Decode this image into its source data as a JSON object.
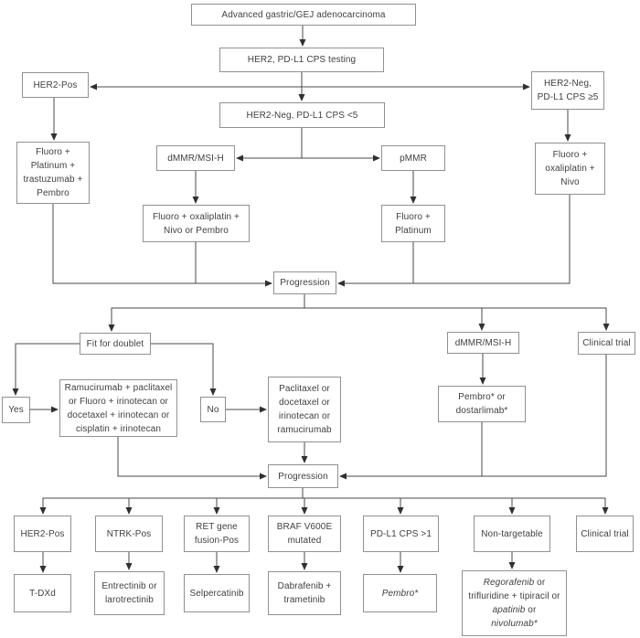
{
  "figure": {
    "title": "Advanced gastric/GEJ adenocarcinoma treatment algorithm flowchart"
  },
  "palette": {
    "background": "#ffffff",
    "box_fill": "#ffffff",
    "box_border": "#8f9194",
    "connector_line": "#47484a",
    "text": "#3f4042"
  },
  "nodes": {
    "root": "Advanced gastric/GEJ adenocarcinoma",
    "testing": "HER2, PD-L1 CPS testing",
    "her2_pos": "HER2-Pos",
    "her2_neg_cps_ge5": "HER2-Neg,\nPD-L1 CPS ≥5",
    "her2_neg_cps_lt5": "HER2-Neg, PD-L1 CPS <5",
    "fluoro_platinum_trastuzumab_pembro": "Fluoro +\nPlatinum +\ntrastuzumab +\nPembro",
    "dmmr_msi_h_1": "dMMR/MSI-H",
    "pmmr": "pMMR",
    "fluoro_oxaliplatin_nivo": "Fluoro +\noxaliplatin +\nNivo",
    "fluoro_oxaliplatin_nivo_or_pembro": "Fluoro + oxaliplatin +\nNivo or Pembro",
    "fluoro_platinum": "Fluoro +\nPlatinum",
    "progression_1": "Progression",
    "fit_for_doublet": "Fit for doublet",
    "yes": "Yes",
    "no": "No",
    "doublet_options": "Ramucirumab + paclitaxel\nor Fluoro + irinotecan or\ndocetaxel + irinotecan or\ncisplatin + irinotecan",
    "single_agent_options": "Paclitaxel or\ndocetaxel or\nirinotecan or\nramucirumab",
    "dmmr_msi_h_2": "dMMR/MSI-H",
    "pembro_or_dostarlimab": "Pembro* or\ndostarlimab*",
    "clinical_trial_1": "Clinical trial",
    "progression_2": "Progression",
    "her2_pos_2": "HER2-Pos",
    "t_dxd": "T-DXd",
    "ntrk_pos": "NTRK-Pos",
    "entrectinib_or_larotrectinib": "Entrectinib or\nlarotrectinib",
    "ret_gene_fusion_pos": "RET gene\nfusion-Pos",
    "selpercatinib": "Selpercatinib",
    "braf_v600e_mutated": "BRAF V600E\nmutated",
    "dabrafenib_trametinib": "Dabrafenib +\ntrametinib",
    "pdl1_cps_gt1": "PD-L1 CPS >1",
    "pembro_star": "Pembro*",
    "non_targetable": "Non-targetable",
    "non_targetable_treatment": {
      "l1_italic": "Regorafenib",
      "l1_rest": " or",
      "l2": "trifluridine + tipiracil or",
      "l3_italic": "apatinib",
      "l3_rest": " or",
      "l4_italic": "nivolumab*"
    },
    "clinical_trial_2": "Clinical trial"
  }
}
